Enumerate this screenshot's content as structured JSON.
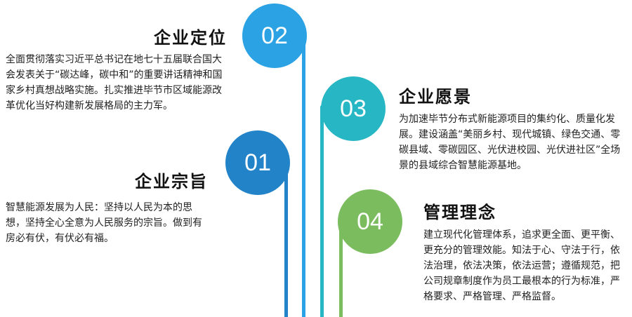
{
  "sections": [
    {
      "number": "01",
      "title": "企业宗旨",
      "color": "#2283c8",
      "body": "智慧能源发展为人民：坚持以人民为本的思想，坚持全心全意为人民服务的宗旨。做到有房必有伏，有伏必有福。"
    },
    {
      "number": "02",
      "title": "企业定位",
      "color": "#2aa2e4",
      "body": "全面贯彻落实习近平总书记在地七十五届联合国大会发表关于“碳达峰，碳中和”的重要讲话精神和国家乡村真想战略实施。扎实推进毕节市区域能源改革优化当好构建新发展格局的主力军。"
    },
    {
      "number": "03",
      "title": "企业愿景",
      "color": "#27b7c4",
      "body": "为加速毕节分布式新能源项目的集约化、质量化发展。建设涵盖“美丽乡村、现代城镇、绿色交通、零碳县域、零碳园区、光伏进校园、光伏进社区”全场景的县域综合智慧能源基地。"
    },
    {
      "number": "04",
      "title": "管理理念",
      "color": "#7bbd5e",
      "body": "建立现代化管理体系，追求更全面、更平衡、更充分的管理效能。知法于心、守法于行，依法治理，依法决策，依法运营；遵循规范，把公司规章制度作为员工最根本的行为标准，严格要求、严格管理、严格监督。"
    }
  ]
}
